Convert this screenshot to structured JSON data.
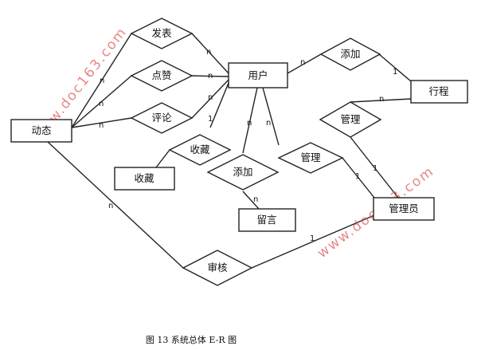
{
  "entities": {
    "dynamic": "动态",
    "user": "用户",
    "trip": "行程",
    "favorite": "收藏",
    "message": "留言",
    "admin": "管理员"
  },
  "relations": {
    "publish": "发表",
    "like": "点赞",
    "comment": "评论",
    "collect": "收藏",
    "add_message": "添加",
    "manage_user": "管理",
    "add_trip": "添加",
    "manage_trip": "管理",
    "review": "审核"
  },
  "cardinalities": {
    "publish_dynamic": "n",
    "publish_user": "n",
    "like_dynamic": "n",
    "like_user": "n",
    "comment_dynamic": "n",
    "comment_user": "n",
    "collect_user": "1",
    "add_user": "n",
    "add_message": "n",
    "manage_user": "n",
    "manage_admin": "1",
    "add_trip_user": "n",
    "add_trip_trip": "1",
    "manage_trip_trip": "n",
    "manage_trip_admin": "1",
    "review_dynamic": "n",
    "review_admin": "1"
  },
  "watermarks": {
    "left": "www.doc163.com",
    "right": "www.doc163.com"
  },
  "caption": "图 13  系统总体 E-R 图"
}
